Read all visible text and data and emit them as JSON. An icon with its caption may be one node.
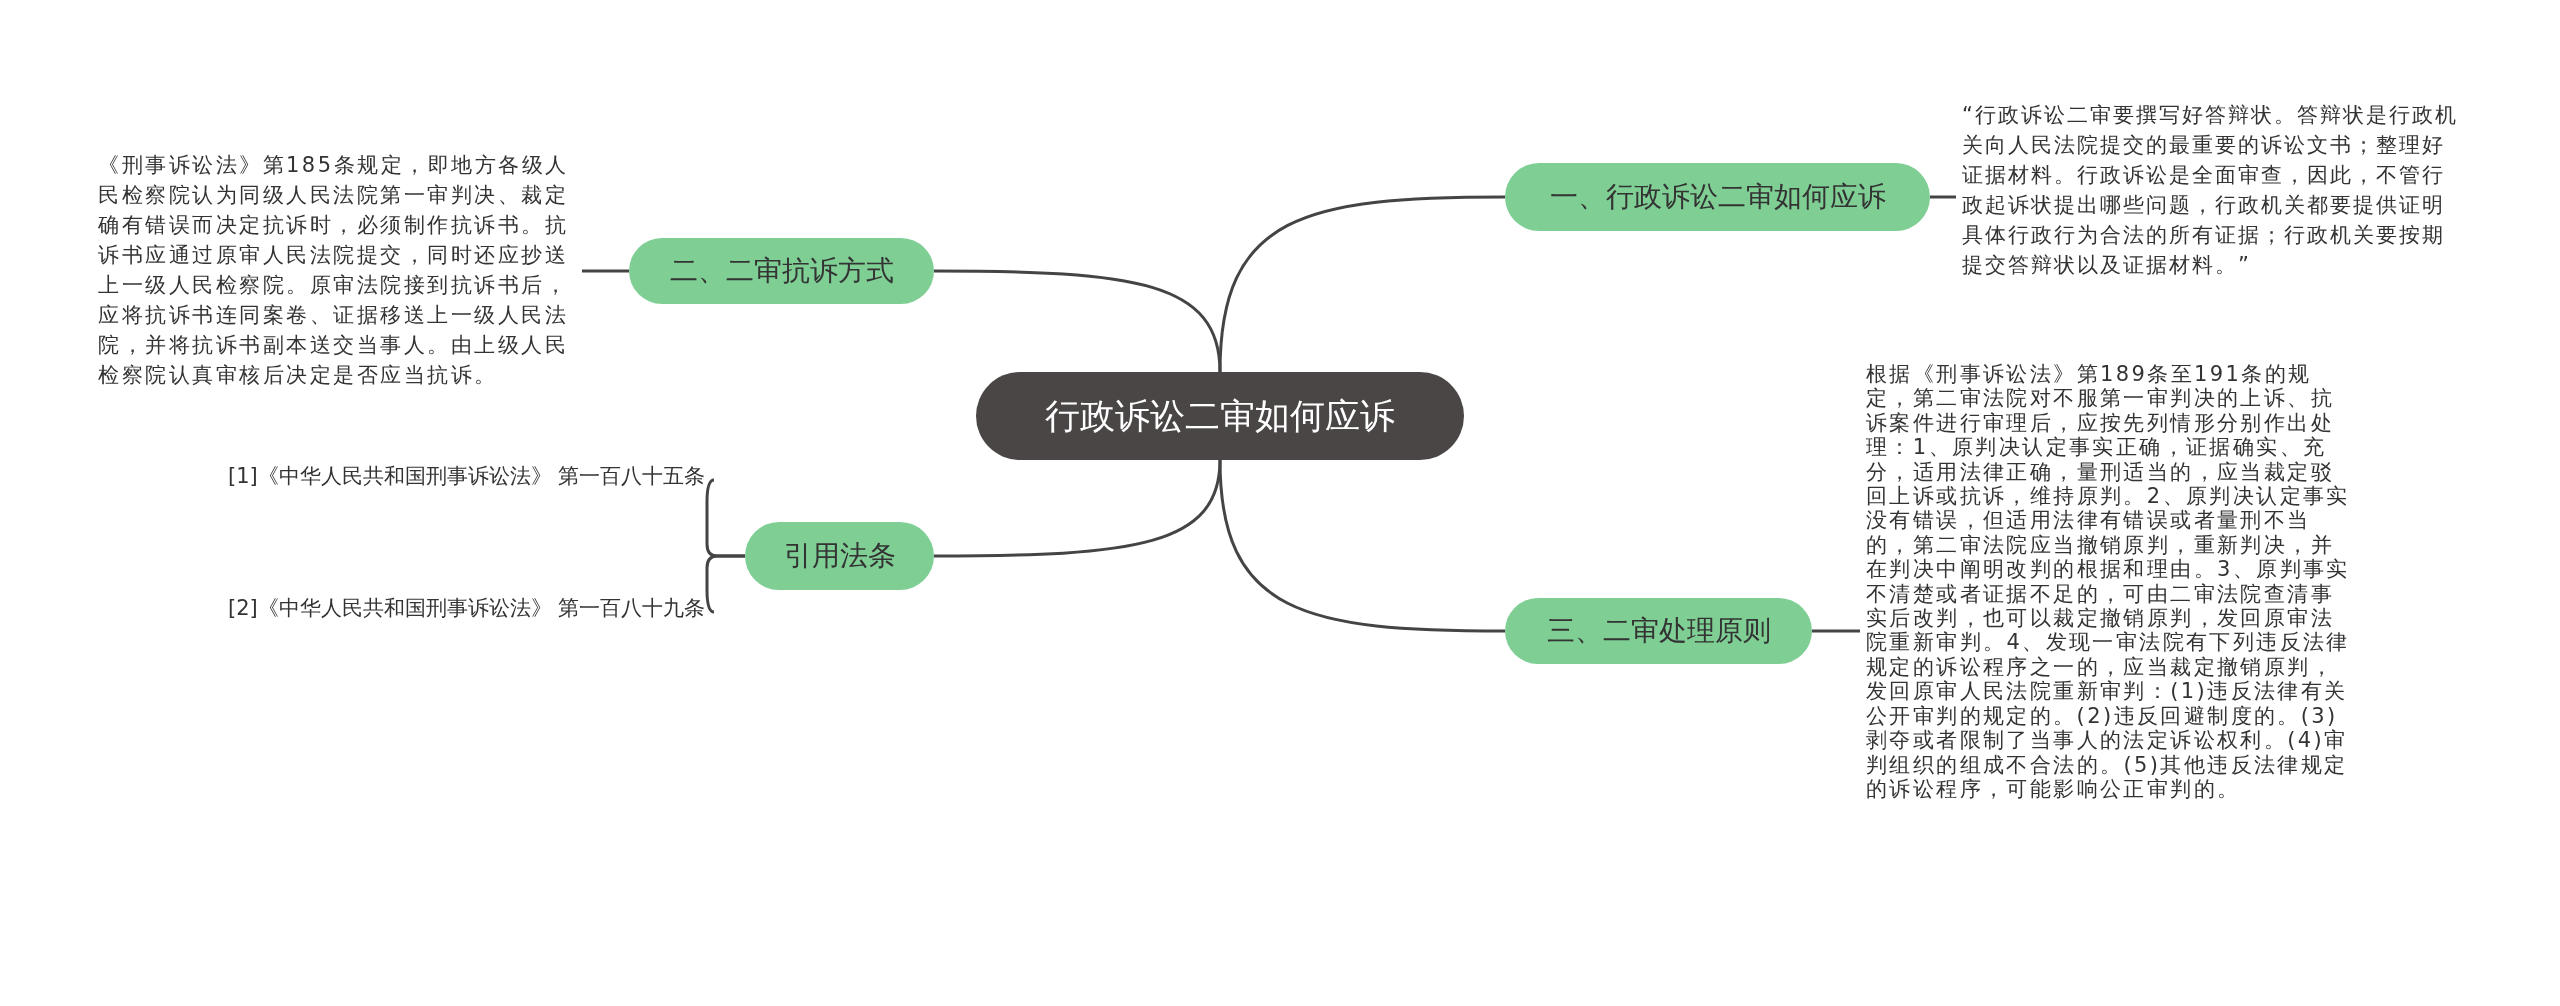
{
  "diagram": {
    "nodes": [
      {
        "text": [
          "行政诉讼二审如何应诉"
        ]
      },
      {
        "text": [
          "一、行政诉讼二审如何应诉"
        ]
      },
      {
        "text": [
          "“行政诉讼二审要撰写好答辩状。答辩状是行政机关向人民法院提交的最重要的诉讼文书；整理好证据材料。行政诉讼是全面审查，因此，不管行政起诉状提出哪些问题，行政机关都要提供证明具体行政行为合法的所有证据；行政机关要按期提交答辩状以及证据材料。”"
        ]
      },
      {
        "text": [
          "二、二审抗诉方式"
        ]
      },
      {
        "text": [
          "《刑事诉讼法》第185条规定，即地方各级人民检察院认为同级人民法院第一审判决、裁定确有错误而决定抗诉时，必须制作抗诉书。抗诉书应通过原审人民法院提交，同时还应抄送上一级人民检察院。原审法院接到抗诉书后，应将抗诉书连同案卷、证据移送上一级人民法院，并将抗诉书副本送交当事人。由上级人民检察院认真审核后决定是否应当抗诉。"
        ]
      },
      {
        "text": [
          "三、二审处理原则"
        ]
      },
      {
        "text": [
          "根据《刑事诉讼法》第189条至191条的规定，第二审法院对不服第一审判决的上诉、抗诉案件进行审理后，应按先列情形分别作出处理：1、原判决认定事实正确，证据确实、充分，适用法律正确，量刑适当的，应当裁定驳回上诉或抗诉，维持原判。2、原判决认定事实没有错误，但适用法律有错误或者量刑不当的，第二审法院应当撤销原判，重新判决，并在判决中阐明改判的根据和理由。3、原判事实不清楚或者证据不足的，可由二审法院查清事实后改判，也可以裁定撤销原判，发回原审法院重新审判。4、发现一审法院有下列违反法律规定的诉讼程序之一的，应当裁定撤销原判，发回原审人民法院重新审判：(1)违反法律有关公开审判的规定的。(2)违反回避制度的。(3)剥夺或者限制了当事人的法定诉讼权利。(4)审判组织的组成不合法的。(5)其他违反法律规定的诉讼程序，可能影响公正审判的。"
        ]
      },
      {
        "text": [
          "引用法条"
        ]
      },
      {
        "text": [
          "[1]《中华人民共和国刑事诉讼法》 第一百八十五条"
        ]
      },
      {
        "text": [
          "[2]《中华人民共和国刑事诉讼法》 第一百八十九条"
        ]
      }
    ],
    "edges": [
      {
        "from": 0,
        "to": 1,
        "arrow": "none"
      },
      {
        "from": 1,
        "to": 2,
        "arrow": "none"
      },
      {
        "from": 0,
        "to": 3,
        "arrow": "none"
      },
      {
        "from": 3,
        "to": 4,
        "arrow": "none"
      },
      {
        "from": 0,
        "to": 5,
        "arrow": "none"
      },
      {
        "from": 5,
        "to": 6,
        "arrow": "none"
      },
      {
        "from": 0,
        "to": 7,
        "arrow": "none"
      },
      {
        "from": 7,
        "to": 8,
        "arrow": "none"
      },
      {
        "from": 7,
        "to": 9,
        "arrow": "none"
      }
    ]
  }
}
